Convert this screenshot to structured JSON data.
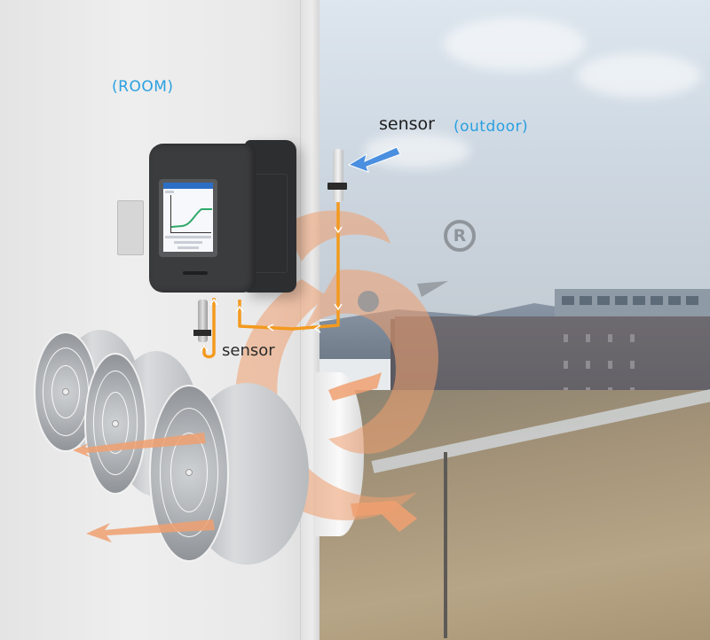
{
  "labels": {
    "room": "(ROOM)",
    "outdoor": "(outdoor)",
    "sensor_outdoor": "sensor",
    "sensor_indoor": "sensor",
    "registered_mark": "R"
  },
  "colors": {
    "label_blue": "#2aa0e0",
    "wire_orange": "#f39a1e",
    "logo_orange": "#f0a070",
    "pointer_blue": "#4a8fe0",
    "controller_dark": "#3b3c3e",
    "screen_header": "#2d6fc6",
    "curve_green": "#2fa86a"
  },
  "scene": {
    "controller": {
      "screen": "climate-controller-display"
    },
    "fans": [
      {
        "id": "fan-1",
        "airflow": "outward-left"
      },
      {
        "id": "fan-2",
        "airflow": "outward-left"
      },
      {
        "id": "fan-3",
        "airflow": "outward-left"
      }
    ],
    "sensors": [
      {
        "location": "outdoor",
        "label": "sensor"
      },
      {
        "location": "indoor",
        "label": "sensor"
      }
    ]
  }
}
